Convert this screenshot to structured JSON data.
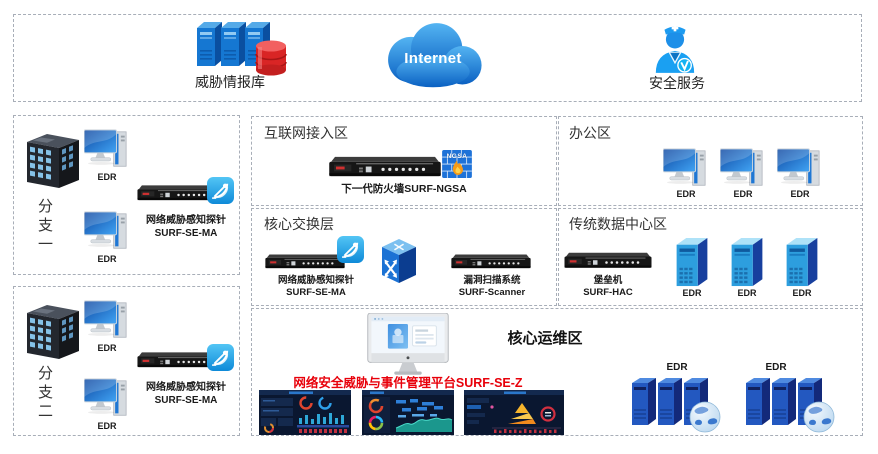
{
  "colors": {
    "accent_blue": "#1e88d8",
    "alert_red": "#e8000a",
    "box_border": "#a8aeb8"
  },
  "top_zone": {
    "threat_intel_label": "威胁情报库",
    "internet_label": "Internet",
    "security_service_label": "安全服务"
  },
  "branch1": {
    "name": "分支一",
    "edr1": "EDR",
    "edr2": "EDR",
    "probe_line1": "网络威胁感知探针",
    "probe_line2": "SURF-SE-MA"
  },
  "branch2": {
    "name": "分支二",
    "edr1": "EDR",
    "edr2": "EDR",
    "probe_line1": "网络威胁感知探针",
    "probe_line2": "SURF-SE-MA"
  },
  "internet_access": {
    "title": "互联网接入区",
    "ngsa_badge": "NGSA",
    "firewall_label": "下一代防火墙SURF-NGSA"
  },
  "office": {
    "title": "办公区",
    "edr1": "EDR",
    "edr2": "EDR",
    "edr3": "EDR"
  },
  "core_switch": {
    "title": "核心交换层",
    "probe_line1": "网络威胁感知探针",
    "probe_line2": "SURF-SE-MA",
    "scanner_line1": "漏洞扫描系统",
    "scanner_line2": "SURF-Scanner"
  },
  "datacenter": {
    "title": "传统数据中心区",
    "bastion_line1": "堡垒机",
    "bastion_line2": "SURF-HAC",
    "edr1": "EDR",
    "edr2": "EDR",
    "edr3": "EDR"
  },
  "core_ops": {
    "title": "核心运维区",
    "platform_label": "网络安全威胁与事件管理平台SURF-SE-Z",
    "edr_group1": "EDR",
    "edr_group2": "EDR"
  }
}
